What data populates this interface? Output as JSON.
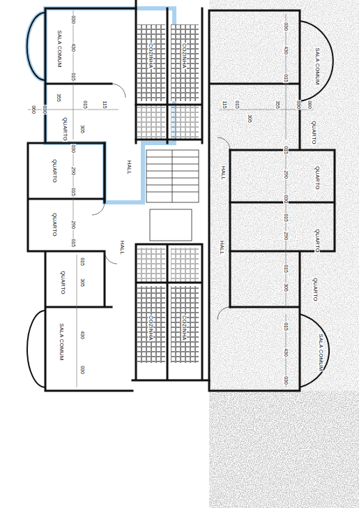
{
  "diagram": {
    "labels": [
      "SALA COMUM",
      "030",
      "430",
      "015",
      "060",
      "030",
      "355",
      "015",
      "115",
      "QUARTO",
      "305",
      "COZINHA",
      "COZINHA",
      "HALL",
      "QUARTO",
      "030",
      "290",
      "015",
      "QUARTO",
      "290",
      "015",
      "HALL",
      "QUARTO",
      "305",
      "015",
      "SALA COMUM",
      "430",
      "030",
      "COZINHA",
      "COZINHA",
      "HALL",
      "SALA COMUM",
      "030",
      "430",
      "015",
      "115",
      "015",
      "305",
      "355",
      "030",
      "080",
      "QUARTO",
      "HALL",
      "QUARTO",
      "015",
      "290",
      "030",
      "QUARTO",
      "015",
      "290",
      "QUARTO",
      "015",
      "305",
      "SALA COMUM",
      "015",
      "430",
      "030"
    ]
  }
}
